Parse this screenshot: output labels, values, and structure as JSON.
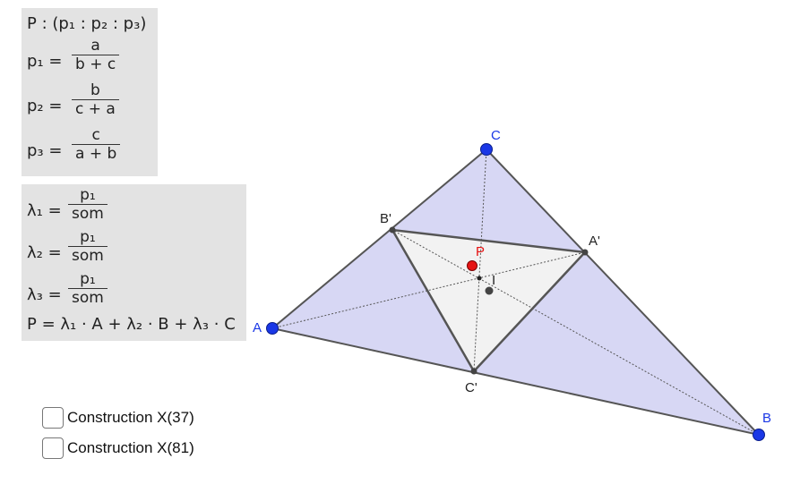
{
  "formula_box_1": {
    "line_P": "P : (p₁ : p₂ : p₃)",
    "p1_lhs": "p₁ =",
    "p1_num": "a",
    "p1_den": "b + c",
    "p2_lhs": "p₂ =",
    "p2_num": "b",
    "p2_den": "c + a",
    "p3_lhs": "p₃ =",
    "p3_num": "c",
    "p3_den": "a + b"
  },
  "formula_box_2": {
    "l1_lhs": "λ₁ =",
    "l1_num": "p₁",
    "l1_den": "som",
    "l2_lhs": "λ₂ =",
    "l2_num": "p₁",
    "l2_den": "som",
    "l3_lhs": "λ₃ =",
    "l3_num": "p₁",
    "l3_den": "som",
    "P_line": "P = λ₁ · A + λ₂ · B + λ₃ · C"
  },
  "checkboxes": [
    {
      "label": "Construction X(37)",
      "checked": false
    },
    {
      "label": "Construction X(81)",
      "checked": false
    }
  ],
  "points": {
    "A": "A",
    "B": "B",
    "C": "C",
    "A_prime": "A'",
    "B_prime": "B'",
    "C_prime": "C'",
    "P": "P",
    "I": "I"
  },
  "colors": {
    "vertex": "#1a37e6",
    "vertex_label": "#1a37e6",
    "point_P": "#e61414",
    "label_P": "#e61414",
    "triangle_fill": "#d7d7f4",
    "inner_fill": "#f2f2f2",
    "edge": "#555555",
    "panel": "#e3e3e3"
  }
}
